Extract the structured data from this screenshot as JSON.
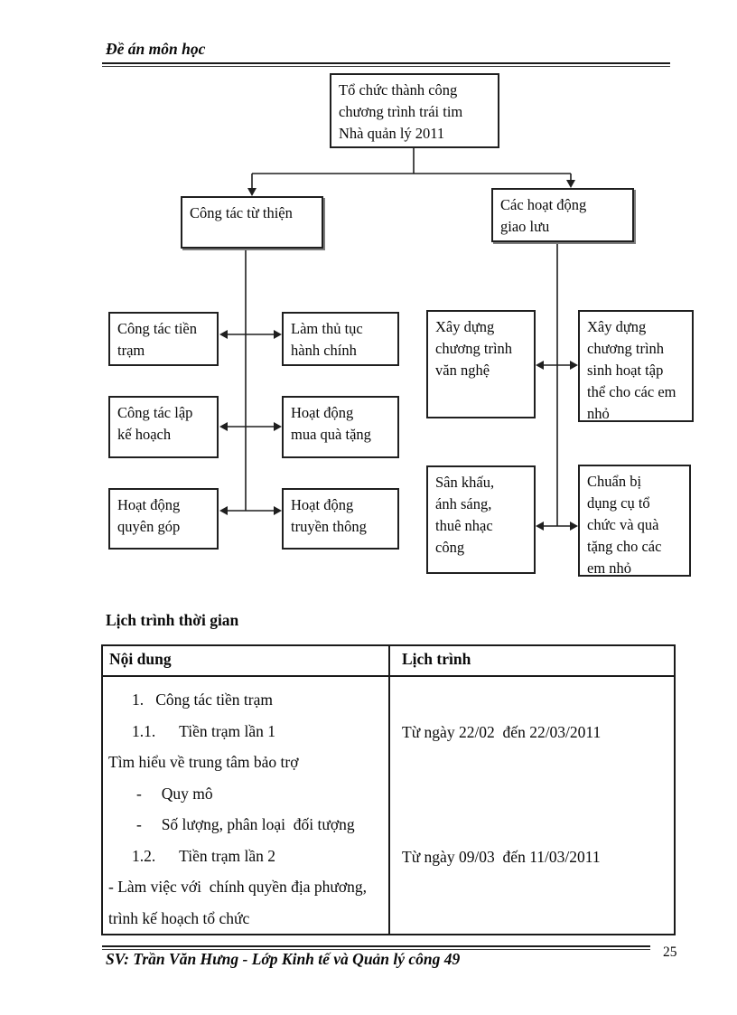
{
  "header": {
    "title": "Đề án môn học"
  },
  "flowchart": {
    "root": "Tổ chức thành công\nchương trình trái tim\nNhà quản lý 2011",
    "branch_left": "Công tác từ thiện",
    "branch_right": "Các hoạt động\ngiao lưu",
    "left_boxes": [
      "Công tác tiền\ntrạm",
      "Làm thủ tục\nhành chính",
      "Công tác lập\nkế hoạch",
      "Hoạt động\nmua quà tặng",
      "Hoạt động\nquyên góp",
      "Hoạt động\ntruyền thông"
    ],
    "right_boxes": [
      "Xây dựng\nchương trình\nvăn nghệ",
      "Xây dựng\nchương trình\nsinh hoạt tập\nthể cho các em\nnhỏ",
      "Sân khấu,\nánh sáng,\nthuê nhạc\ncông",
      "Chuẩn bị\ndụng cụ tổ\nchức và quà\ntặng cho các\nem nhỏ"
    ]
  },
  "schedule": {
    "heading": "Lịch trình thời gian",
    "table": {
      "headers": [
        "Nội dung",
        "Lịch trình"
      ],
      "lines": [
        "1.   Công tác tiền trạm",
        "1.1.      Tiền trạm lần 1",
        "Tìm hiểu về trung tâm bảo trợ",
        "-     Quy mô",
        "-     Số lượng, phân loại  đối tượng",
        "1.2.      Tiền trạm lần 2",
        "- Làm việc với  chính quyền địa phương,",
        "trình kế hoạch tổ chức"
      ],
      "dates": [
        "Từ ngày 22/02  đến 22/03/2011",
        "Từ ngày 09/03  đến 11/03/2011"
      ]
    }
  },
  "footer": {
    "credit": "SV: Trần Văn Hưng - Lớp Kinh tế và Quản lý công 49",
    "page_number": "25"
  }
}
